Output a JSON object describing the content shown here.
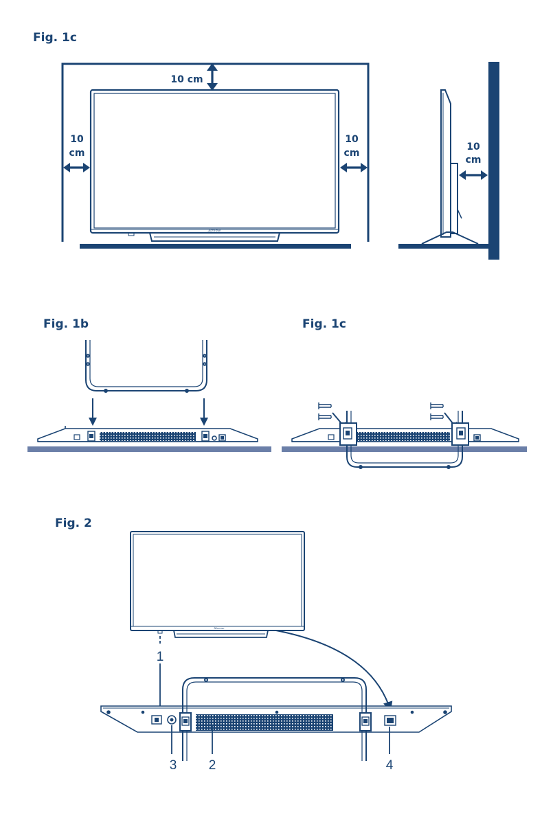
{
  "labels": {
    "fig_top": "Fig. 1c",
    "fig_1b": "Fig. 1b",
    "fig_1c": "Fig. 1c",
    "fig_2": "Fig. 2"
  },
  "dimensions": {
    "top": "10 cm",
    "left_num": "10",
    "left_unit": "cm",
    "right_num": "10",
    "right_unit": "cm",
    "side_num": "10",
    "side_unit": "cm"
  },
  "brand": "Xtreme",
  "callouts": {
    "c1": "1",
    "c2": "2",
    "c3": "3",
    "c4": "4"
  },
  "colors": {
    "ink": "#1b4473",
    "floor": "#1b4473",
    "table": "#6b7fa8",
    "grille": "#1b4473"
  }
}
